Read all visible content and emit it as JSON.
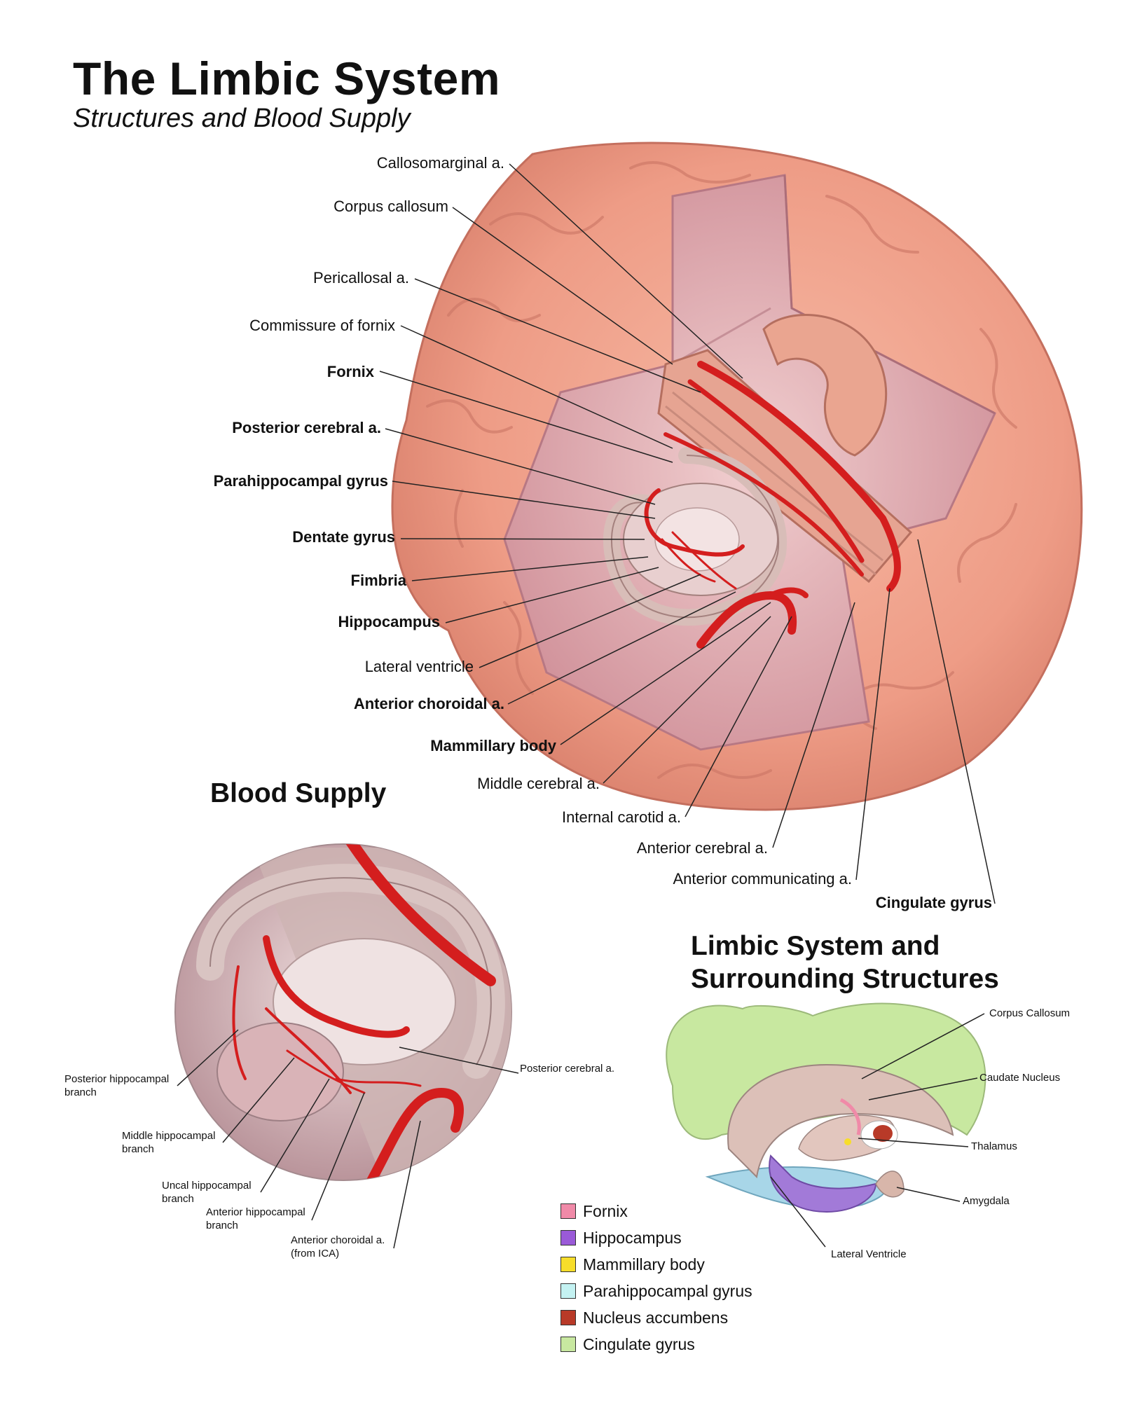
{
  "title": "The Limbic System",
  "subtitle": "Structures and Blood Supply",
  "main_labels": [
    {
      "text": "Callosomarginal a.",
      "bold": false
    },
    {
      "text": "Corpus callosum",
      "bold": false
    },
    {
      "text": "Pericallosal a.",
      "bold": false
    },
    {
      "text": "Commissure of fornix",
      "bold": false
    },
    {
      "text": "Fornix",
      "bold": true
    },
    {
      "text": "Posterior cerebral a.",
      "bold": true
    },
    {
      "text": "Parahippocampal gyrus",
      "bold": true
    },
    {
      "text": "Dentate gyrus",
      "bold": true
    },
    {
      "text": "Fimbria",
      "bold": true
    },
    {
      "text": "Hippocampus",
      "bold": true
    },
    {
      "text": "Lateral ventricle",
      "bold": false
    },
    {
      "text": "Anterior choroidal a.",
      "bold": true
    },
    {
      "text": "Mammillary body",
      "bold": true
    },
    {
      "text": "Middle cerebral a.",
      "bold": false
    },
    {
      "text": "Internal carotid a.",
      "bold": false
    },
    {
      "text": "Anterior cerebral a.",
      "bold": false
    },
    {
      "text": "Anterior communicating a.",
      "bold": false
    },
    {
      "text": "Cingulate gyrus",
      "bold": true
    }
  ],
  "blood_supply": {
    "title": "Blood Supply",
    "labels": [
      {
        "line1": "Posterior hippocampal",
        "line2": "branch"
      },
      {
        "line1": "Middle hippocampal",
        "line2": "branch"
      },
      {
        "line1": "Uncal hippocampal",
        "line2": "branch"
      },
      {
        "line1": "Anterior hippocampal",
        "line2": "branch"
      },
      {
        "line1": "Anterior choroidal a.",
        "line2": "(from ICA)"
      },
      {
        "line1": "Posterior cerebral a.",
        "line2": ""
      }
    ]
  },
  "surrounding": {
    "title_line1": "Limbic System and",
    "title_line2": "Surrounding Structures",
    "labels": [
      "Corpus Callosum",
      "Caudate Nucleus",
      "Thalamus",
      "Amygdala",
      "Lateral Ventricle"
    ]
  },
  "legend": [
    {
      "label": "Fornix",
      "color": "#f08aa8"
    },
    {
      "label": "Hippocampus",
      "color": "#9a5ad8"
    },
    {
      "label": "Mammillary body",
      "color": "#f7dd2a"
    },
    {
      "label": "Parahippocampal gyrus",
      "color": "#c4f2f2"
    },
    {
      "label": "Nucleus accumbens",
      "color": "#b83a28"
    },
    {
      "label": "Cingulate gyrus",
      "color": "#c8e8a0"
    }
  ],
  "colors": {
    "brain": "#f0a48e",
    "artery": "#d41e1e",
    "cut_surface": "#d99aa2"
  }
}
